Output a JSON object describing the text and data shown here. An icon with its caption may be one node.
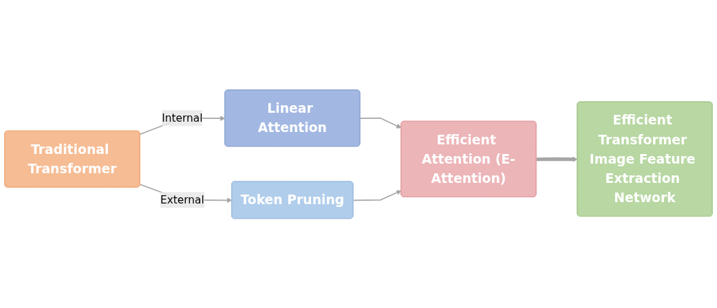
{
  "diagram": {
    "nodes": [
      {
        "text": [
          "Traditional Transformer"
        ]
      },
      {
        "text": [
          "Linear Attention"
        ]
      },
      {
        "text": [
          "Token Pruning"
        ]
      },
      {
        "text": [
          "Efficient Attention (E-Attention)"
        ]
      },
      {
        "text": [
          "Efficient Transformer Image Feature Extraction Network"
        ]
      }
    ],
    "edges": [
      {
        "from": 0,
        "to": 1,
        "arrow": "to",
        "label": "Internal"
      },
      {
        "from": 0,
        "to": 2,
        "arrow": "to",
        "label": "External"
      },
      {
        "from": 1,
        "to": 3,
        "arrow": "to"
      },
      {
        "from": 2,
        "to": 3,
        "arrow": "to"
      },
      {
        "from": 3,
        "to": 4,
        "arrow": "to",
        "style": "thick"
      }
    ]
  }
}
